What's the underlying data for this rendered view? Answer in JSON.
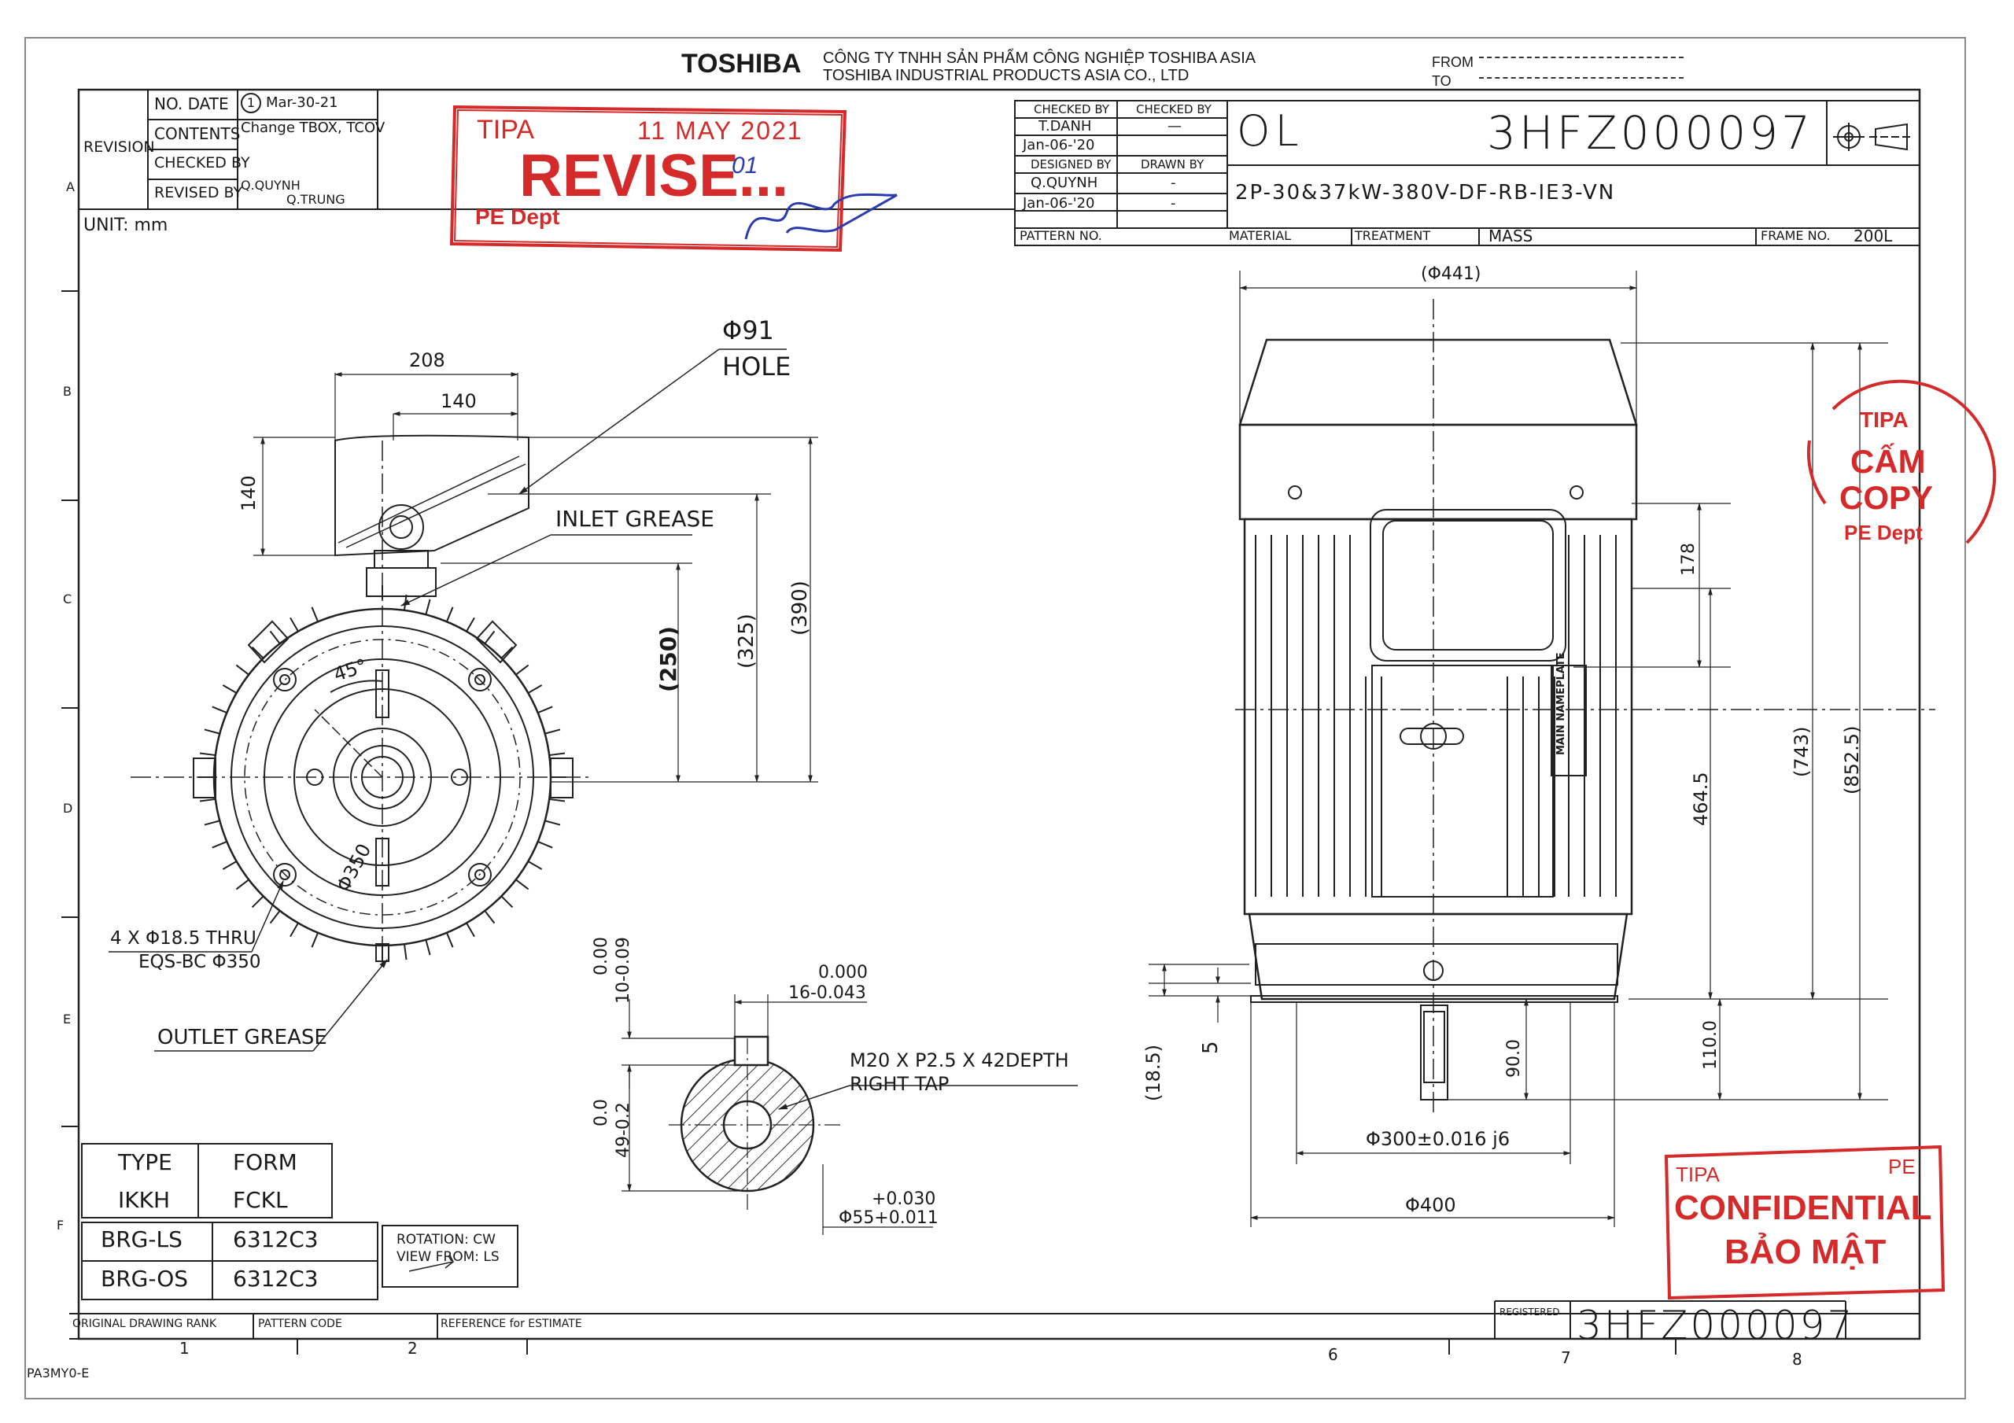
{
  "header": {
    "brand": "TOSHIBA",
    "company_vn": "CÔNG TY TNHH SẢN PHẨM CÔNG NGHIỆP TOSHIBA ASIA",
    "company_en": "TOSHIBA INDUSTRIAL PRODUCTS ASIA CO., LTD",
    "from_label": "FROM",
    "to_label": "TO"
  },
  "revision": {
    "label": "REVISION",
    "no_date_label": "NO. DATE",
    "no": "1",
    "date": "Mar-30-21",
    "contents_label": "CONTENTS",
    "contents": "Change TBOX, TCOV",
    "checked_by_label": "CHECKED BY",
    "revised_by_label": "REVISED BY",
    "checked_by": "Q.QUYNH",
    "revised_by": "Q.TRUNG",
    "row_letter": "A"
  },
  "unit": "UNIT: mm",
  "approvals": {
    "checked_by_label_1": "CHECKED BY",
    "checked_by_label_2": "CHECKED BY",
    "checker": "T.DANH",
    "checker_dash": "—",
    "check_date": "Jan-06-'20",
    "designed_by_label": "DESIGNED BY",
    "drawn_by_label": "DRAWN BY",
    "designer": "Q.QUYNH",
    "design_dash": "-",
    "design_date": "Jan-06-'20",
    "date_dash": "-",
    "pattern_no_label": "PATTERN NO."
  },
  "title_block": {
    "drawing_type": "OL",
    "drawing_no": "3HFZ000097",
    "description": "2P-30&37kW-380V-DF-RB-IE3-VN",
    "material_label": "MATERIAL",
    "treatment_label": "TREATMENT",
    "mass_label": "MASS",
    "frame_no_label": "FRAME NO.",
    "frame_no": "200L"
  },
  "stamps": {
    "revise": {
      "org": "TIPA",
      "date": "11 MAY 2021",
      "word": "REVISE...",
      "ver": "01",
      "dept": "PE Dept"
    },
    "copy": {
      "org": "TIPA",
      "line1": "CẤM",
      "line2": "COPY",
      "dept": "PE Dept"
    },
    "confidential": {
      "org": "TIPA",
      "dept": "PE",
      "line1": "CONFIDENTIAL",
      "line2": "BẢO MẬT"
    }
  },
  "front_view": {
    "dim_208": "208",
    "dim_140_top": "140",
    "dim_140_side": "140",
    "hole_dia": "Φ91",
    "hole_label": "HOLE",
    "inlet_grease": "INLET GREASE",
    "dim_250": "(250)",
    "dim_325": "(325)",
    "dim_390": "(390)",
    "angle": "45°",
    "pcd": "Φ350",
    "holes_line1": "4 X Φ18.5  THRU",
    "holes_line2": "EQS-BC Φ350",
    "outlet_grease": "OUTLET GREASE"
  },
  "shaft_section": {
    "tol_top_1": "0.00",
    "tol_top_2": "10-0.09",
    "key_tol_1": "0.000",
    "key_tol_2": "16-0.043",
    "tap_1": "M20 X P2.5 X 42DEPTH",
    "tap_2": "RIGHT TAP",
    "tol_side_1": "0.0",
    "tol_side_2": "49-0.2",
    "shaft_tol_1": "+0.030",
    "shaft_tol_2": "Φ55+0.011"
  },
  "side_view": {
    "dim_441": "(Φ441)",
    "dim_178": "178",
    "dim_743": "(743)",
    "dim_852": "(852.5)",
    "dim_464": "464.5",
    "nameplate": "MAIN NAMEPLATE",
    "dim_5": "5",
    "dim_18_5": "(18.5)",
    "dim_90": "90.0",
    "dim_110": "110.0",
    "spigot": "Φ300±0.016 j6",
    "flange": "Φ400"
  },
  "type_table": {
    "type_label": "TYPE",
    "form_label": "FORM",
    "type": "IKKH",
    "form": "FCKL"
  },
  "bearing_table": [
    {
      "label": "BRG-LS",
      "value": "6312C3"
    },
    {
      "label": "BRG-OS",
      "value": "6312C3"
    }
  ],
  "rotation": {
    "line1": "ROTATION: CW",
    "line2": "VIEW FROM: LS"
  },
  "footer": {
    "original_rank": "ORIGINAL DRAWING RANK",
    "pattern_code": "PATTERN CODE",
    "reference": "REFERENCE for ESTIMATE",
    "registered": "REGISTERED",
    "drawing_no": "3HFZ000097",
    "form_code": "PA3MY0-E"
  },
  "zones": {
    "cols": [
      "1",
      "2",
      "6",
      "7",
      "8"
    ],
    "rows": [
      "B",
      "C",
      "D",
      "E",
      "F"
    ]
  }
}
